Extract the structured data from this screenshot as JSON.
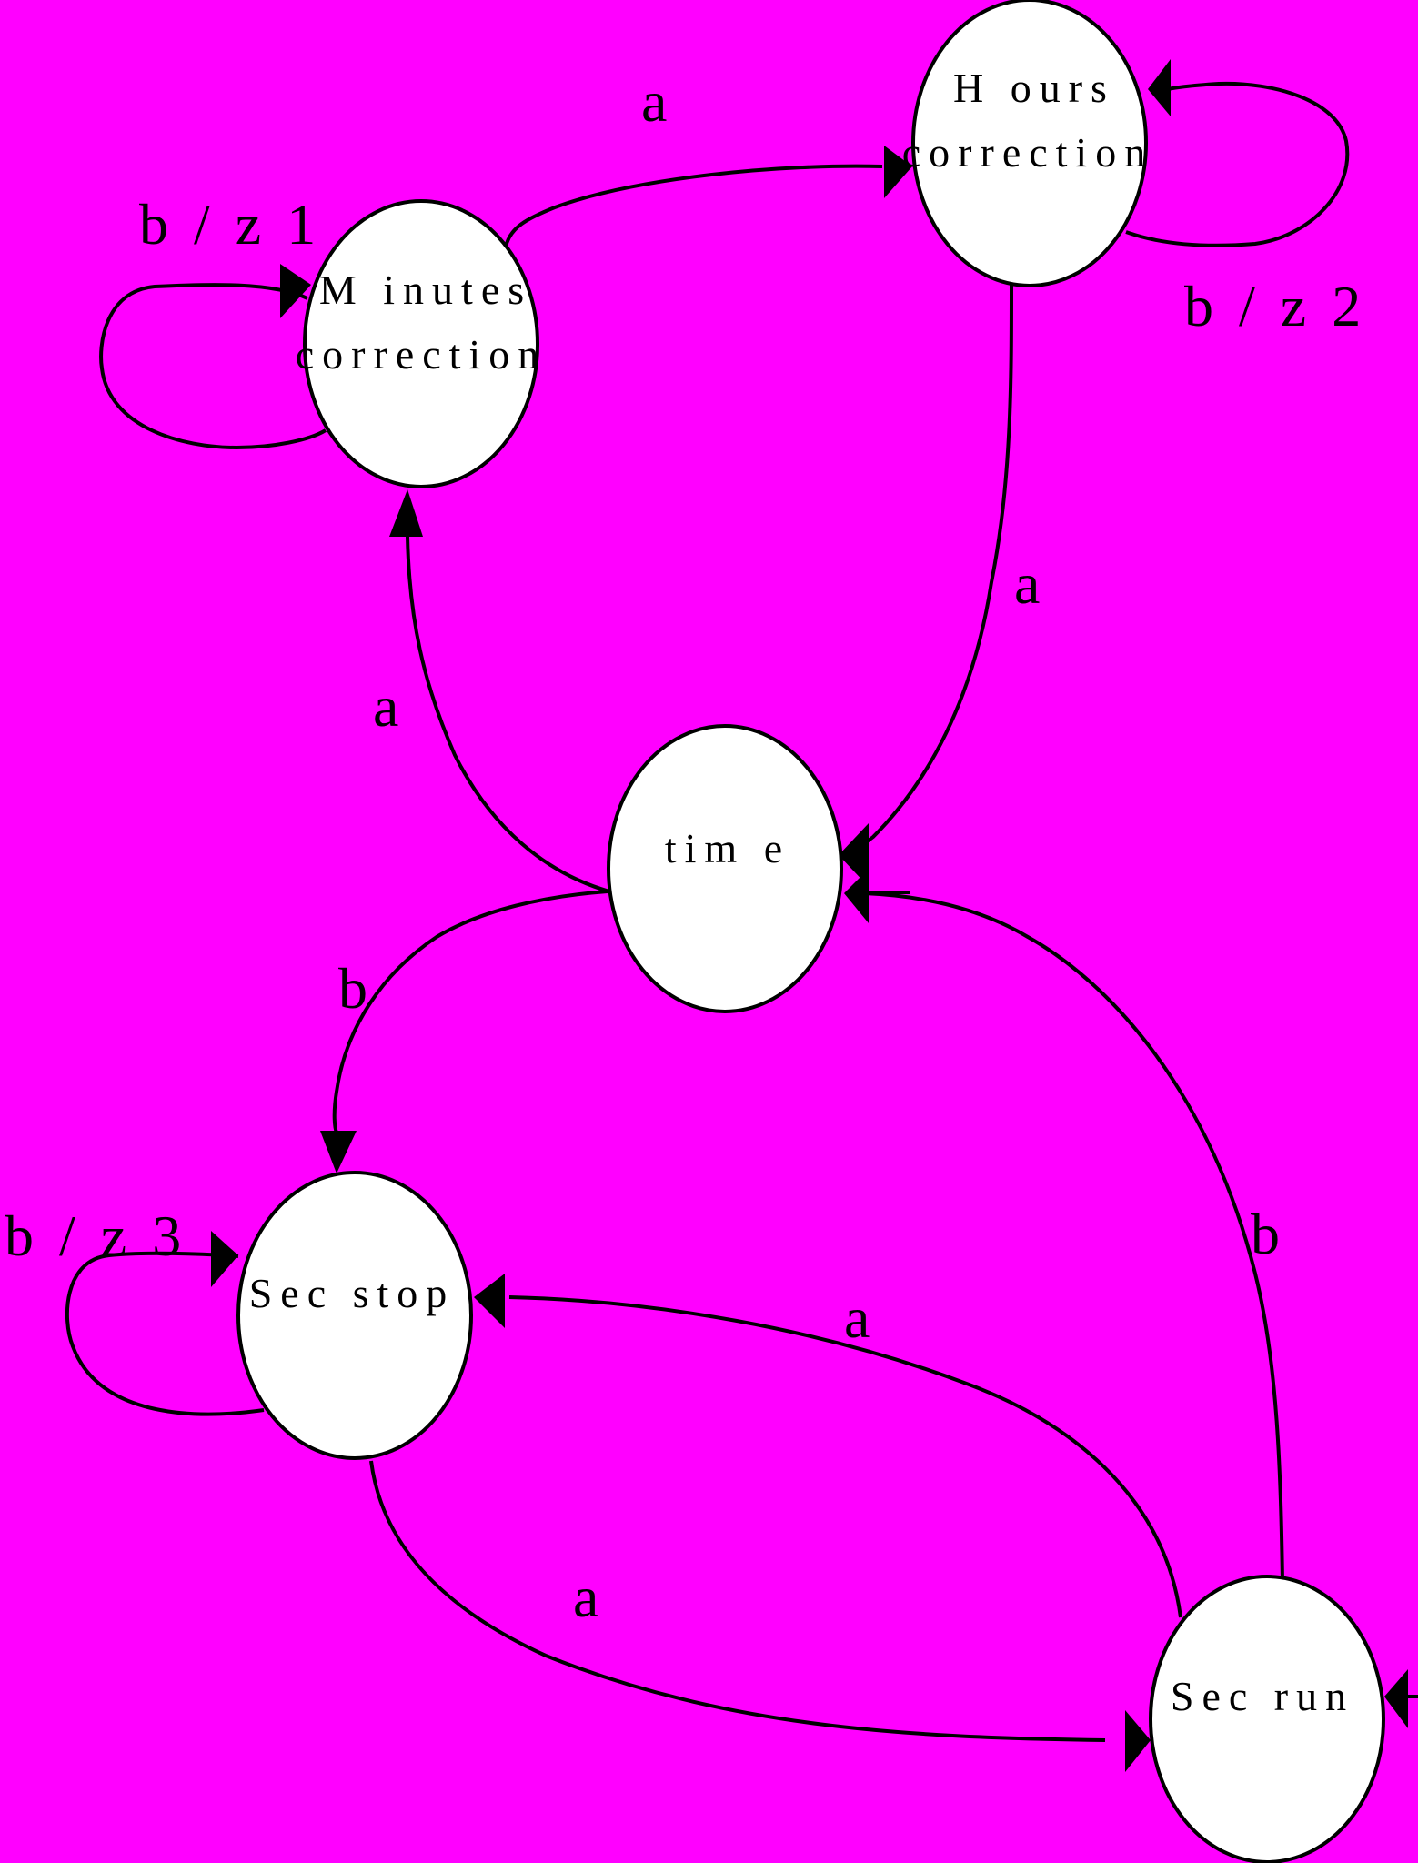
{
  "diagram": {
    "background": "#ff00ff",
    "node_fill": "#ffffff",
    "line_color": "#000000",
    "states": {
      "minutes": [
        "M inutes",
        "correction"
      ],
      "hours": [
        "H ours",
        "correction"
      ],
      "time": [
        "tim e"
      ],
      "secstop": [
        "Sec stop"
      ],
      "secrun": [
        "Sec run"
      ]
    },
    "transitions": {
      "minutes_self": "b / z 1",
      "minutes_to_hours": "a",
      "hours_self": "b / z 2",
      "hours_to_time": "a",
      "time_to_minutes": "a",
      "time_to_secstop": "b",
      "secstop_self": "b / z 3",
      "secstop_to_secrun": "a",
      "secrun_to_secstop": "a",
      "secrun_to_time": "b"
    }
  }
}
